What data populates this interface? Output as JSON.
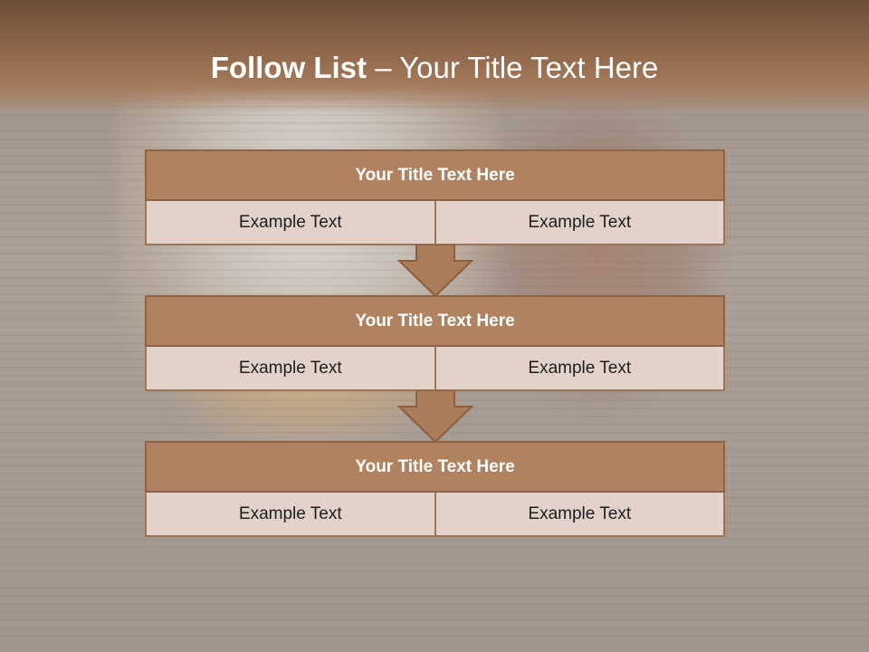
{
  "slide": {
    "title_bold": "Follow List",
    "title_rest": " – Your Title Text Here",
    "colors": {
      "header": "#8f664a",
      "block_title": "#b0825f",
      "block_cell": "#e2d2c9",
      "border": "#8e6447"
    }
  },
  "blocks": [
    {
      "title": "Your Title Text Here",
      "cells": [
        "Example Text",
        "Example Text"
      ]
    },
    {
      "title": "Your Title Text Here",
      "cells": [
        "Example Text",
        "Example Text"
      ]
    },
    {
      "title": "Your Title Text Here",
      "cells": [
        "Example Text",
        "Example Text"
      ]
    }
  ],
  "connectors": [
    "arrow-down-icon",
    "arrow-down-icon"
  ]
}
